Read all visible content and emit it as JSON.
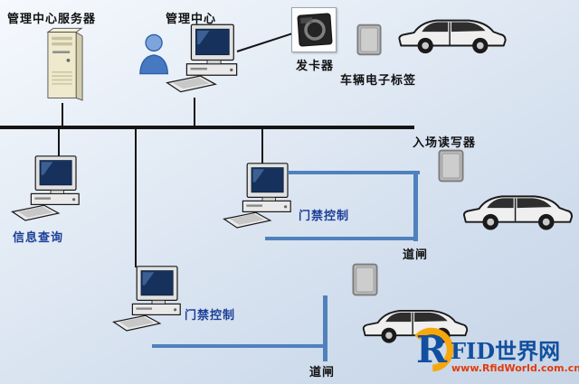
{
  "background": {
    "gradient_from": "#f6f9fd",
    "gradient_to": "#c6d4e6"
  },
  "colors": {
    "bus_line": "#151515",
    "drop_line": "#151515",
    "barrier_line": "#4f81bd",
    "label_black": "#111111",
    "label_blue": "#1c3f97",
    "logo_blue": "#11509e",
    "logo_orange": "#f6a70b",
    "logo_red": "#e23a0c"
  },
  "nodes": {
    "server": {
      "label": "管理中心服务器"
    },
    "management": {
      "label": "管理中心"
    },
    "card_issuer": {
      "label": "发卡器"
    },
    "vehicle_tag": {
      "label": "车辆电子标签"
    },
    "entry_reader": {
      "label": "入场读写器"
    },
    "info_query": {
      "label": "信息查询"
    },
    "access_control_1": {
      "label": "门禁控制"
    },
    "access_control_2": {
      "label": "门禁控制"
    },
    "barrier_1": {
      "label": "道闸"
    },
    "barrier_2": {
      "label": "道闸"
    }
  },
  "logo": {
    "r_letter": "R",
    "name": "FID世界网",
    "url": "www.RfidWorld.com.cn"
  }
}
